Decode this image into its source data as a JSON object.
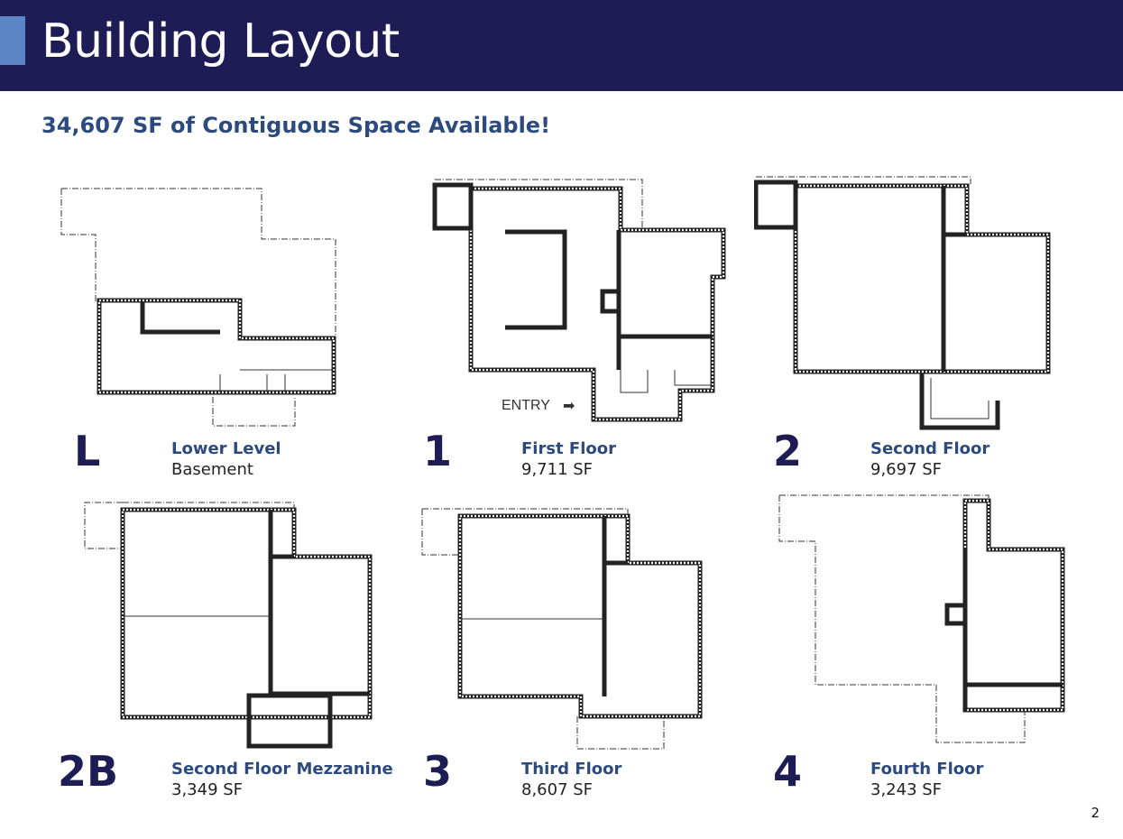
{
  "header": {
    "title": "Building Layout",
    "accent_color": "#5b86c6",
    "background_color": "#1e1c54"
  },
  "subtitle": "34,607 SF of Contiguous Space Available!",
  "floors": [
    {
      "number": "L",
      "name": "Lower Level",
      "area": "Basement"
    },
    {
      "number": "1",
      "name": "First Floor",
      "area": "9,711 SF",
      "annotation": "ENTRY"
    },
    {
      "number": "2",
      "name": "Second Floor",
      "area": "9,697 SF"
    },
    {
      "number": "2B",
      "name": "Second Floor Mezzanine",
      "area": "3,349 SF"
    },
    {
      "number": "3",
      "name": "Third Floor",
      "area": "8,607 SF"
    },
    {
      "number": "4",
      "name": "Fourth Floor",
      "area": "3,243 SF"
    }
  ],
  "page_number": "2"
}
